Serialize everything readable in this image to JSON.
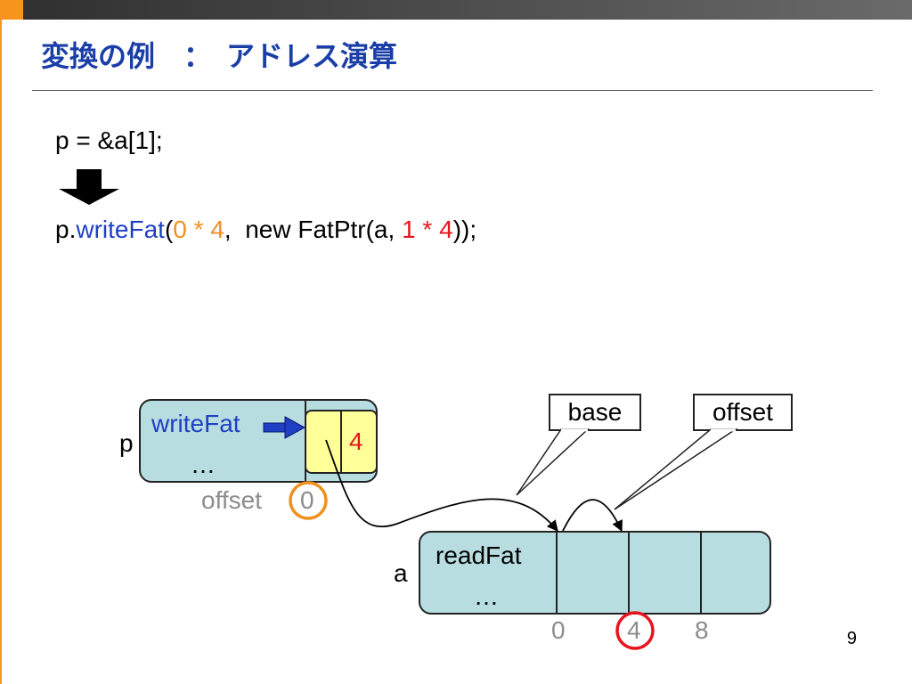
{
  "slide": {
    "title": "変換の例　：　アドレス演算",
    "page_number": "9",
    "colors": {
      "accent": "#f7941d",
      "title": "#1a3ea8",
      "blue": "#1f3fc4",
      "orange": "#f0901e",
      "red": "#e6141e",
      "box_fill": "#b8dde1",
      "cell_fill": "#ffff99"
    }
  },
  "code": {
    "line1": "p = &a[1];",
    "arrow_icon": "down-arrow-icon",
    "line2": {
      "p_prefix": "p.",
      "method": "writeFat",
      "open": "(",
      "arg1_a": "0",
      "arg1_op": " * ",
      "arg1_b": "4",
      "mid": ",  new FatPtr(a, ",
      "arg2_a": "1",
      "arg2_op": " * ",
      "arg2_b": "4",
      "close": "));"
    }
  },
  "diagram": {
    "p_label": "p",
    "p_method": "writeFat",
    "p_ellipsis": "…",
    "p_cell_value": "4",
    "offset_label": "offset",
    "offset_value": "0",
    "a_label": "a",
    "a_method": "readFat",
    "a_ellipsis": "…",
    "a_indices": [
      "0",
      "4",
      "8"
    ],
    "callout_base": "base",
    "callout_offset": "offset"
  }
}
